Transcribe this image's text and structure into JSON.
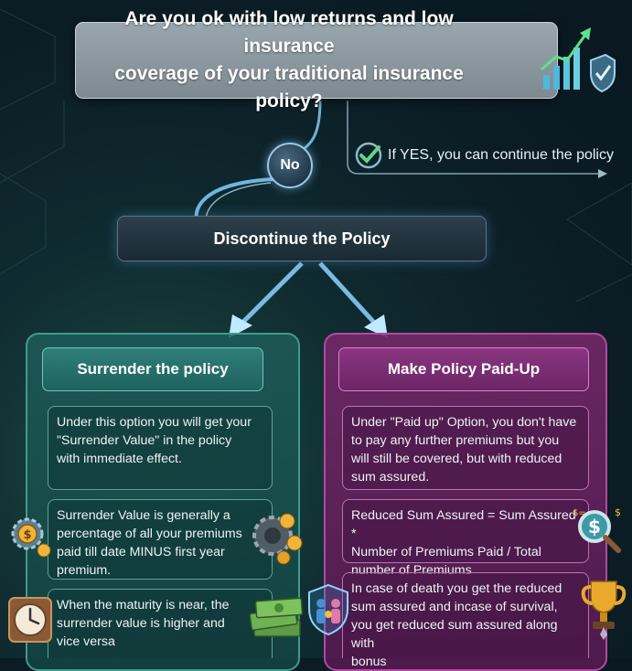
{
  "question": {
    "line1": "Are you ok with low returns and low insurance",
    "line2": "coverage of your traditional insurance policy?"
  },
  "no_label": "No",
  "yes_text": "If YES, you can continue the policy",
  "discontinue": "Discontinue the Policy",
  "left": {
    "title": "Surrender the policy",
    "cards": [
      {
        "lines": [
          "Under this option you will get your",
          "\"Surrender Value\" in the policy",
          "with immediate effect."
        ]
      },
      {
        "lines": [
          "Surrender Value is generally a",
          "percentage of all your premiums",
          "paid till date MINUS first year",
          "premium."
        ]
      },
      {
        "lines": [
          "When the maturity is near, the",
          "surrender value is higher and",
          "vice versa"
        ]
      }
    ]
  },
  "right": {
    "title": "Make Policy Paid-Up",
    "cards": [
      {
        "lines": [
          "Under \"Paid up\" Option, you don't have",
          "to pay any further premiums but you",
          "will still be covered, but with reduced",
          "sum assured."
        ]
      },
      {
        "lines": [
          "Reduced Sum Assured = Sum Assured *",
          "Number of Premiums Paid / Total",
          "number of Premiums"
        ]
      },
      {
        "lines": [
          "In case of death you get the reduced",
          "sum assured and incase of survival,",
          "you get reduced sum assured along with",
          "bonus"
        ]
      }
    ]
  },
  "icons": {
    "chart": "growth-chart-shield-icon",
    "check": "check-circle-icon",
    "gear_coin": "gear-coin-icon",
    "gears": "gears-coins-icon",
    "clock": "clock-icon",
    "money": "money-stack-icon",
    "magnifier": "magnifier-dollar-icon",
    "family": "family-shield-icon",
    "trophy": "trophy-icon"
  },
  "colors": {
    "left_accent": "#3f9a90",
    "right_accent": "#b04aa0",
    "question_box": "#8a979e",
    "no_circle_glow": "#9cc8e0"
  }
}
